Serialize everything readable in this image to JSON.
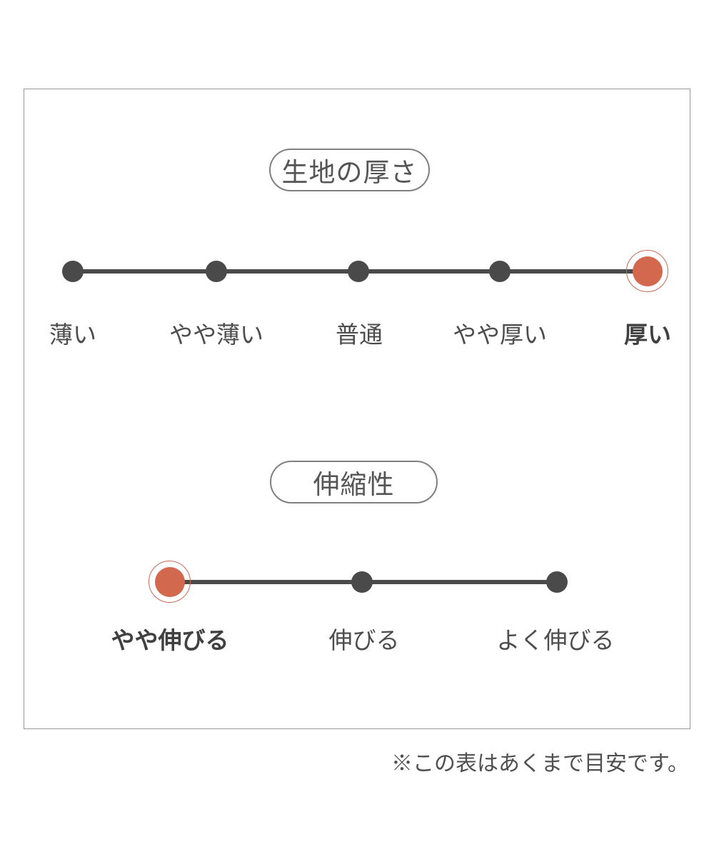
{
  "footnote": "※この表はあくまで目安です。",
  "colors": {
    "accent": "#d2694e",
    "accent_ring": "#c46a55",
    "scale_gray": "#4a4a4a",
    "text_gray": "#4d4d4d",
    "frame_border": "#999999",
    "pill_border": "#7f7f7f"
  },
  "chart_data": [
    {
      "type": "scale",
      "title": "生地の厚さ",
      "categories": [
        "薄い",
        "やや薄い",
        "普通",
        "やや厚い",
        "厚い"
      ],
      "selected": "厚い",
      "selected_index": 4,
      "num_points": 5,
      "legend_position": "none",
      "grid": false
    },
    {
      "type": "scale",
      "title": "伸縮性",
      "categories": [
        "やや伸びる",
        "伸びる",
        "よく伸びる"
      ],
      "selected": "やや伸びる",
      "selected_index": 0,
      "num_points": 3,
      "legend_position": "none",
      "grid": false
    }
  ]
}
